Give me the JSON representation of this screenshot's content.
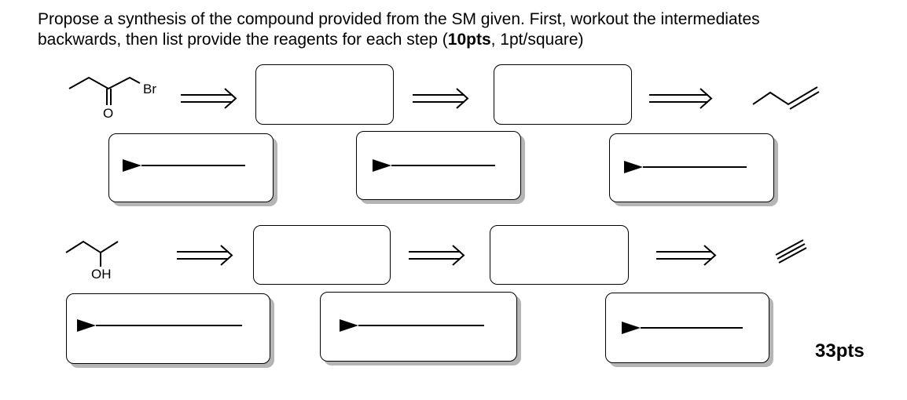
{
  "instructions": {
    "line1": "Propose a synthesis of the compound provided from the SM given.  First, workout the intermediates",
    "line2_prefix": "backwards, then list provide the reagents for each step (",
    "line2_bold": "10pts",
    "line2_suffix": ", 1pt/square)"
  },
  "problem1": {
    "start_label_br": "Br",
    "start_label_o": "O"
  },
  "problem2": {
    "start_label_oh": "OH"
  },
  "total_points": "33pts"
}
